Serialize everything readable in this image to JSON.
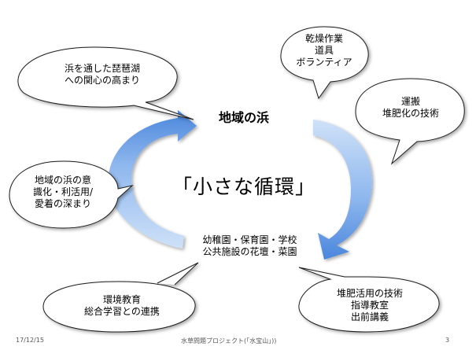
{
  "colors": {
    "bubble_fill": "#ffffff",
    "bubble_stroke": "#1a1a1a",
    "arrow_light": "#c9ddf7",
    "arrow_dark": "#4a8ae0"
  },
  "bubbles": {
    "top_left": [
      "浜を通した琵琶湖",
      "への関心の高まり"
    ],
    "top_right": [
      "乾燥作業",
      "道具",
      "ボランティア"
    ],
    "right": [
      "運搬",
      "堆肥化の技術"
    ],
    "left": [
      "地域の浜の意",
      "識化・利活用/",
      "愛着の深まり"
    ],
    "bottom_left": [
      "環境教育",
      "総合学習との連携"
    ],
    "bottom_right": [
      "堆肥活用の技術",
      "指導教室",
      "出前講義"
    ]
  },
  "center": {
    "top_label": "地域の浜",
    "title": "「小さな循環」",
    "bottom_label": [
      "幼稚園・保育園・学校",
      "公共施設の花壇・菜園"
    ]
  },
  "footer": {
    "date": "17/12/15",
    "project": "水草問題プロジェクト(「水宝山」))",
    "page": "3"
  }
}
